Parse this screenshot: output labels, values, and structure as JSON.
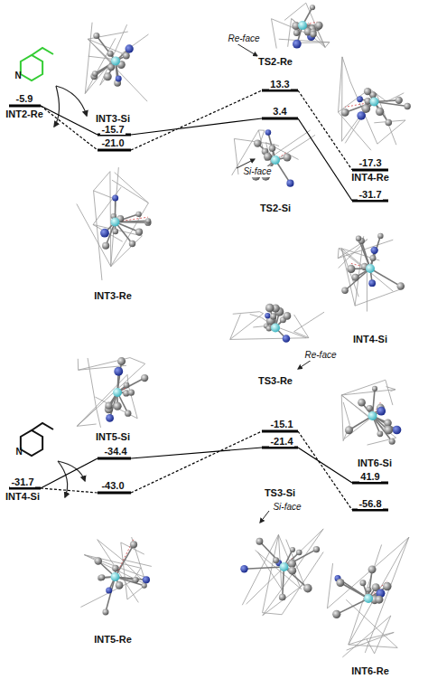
{
  "diagram": {
    "labels": [
      "Re-face",
      "TS2-Re",
      "13.3",
      "3.4",
      "-5.9",
      "INT3-Si",
      "-15.7",
      "-21.0",
      "-17.3",
      "INT4-Re",
      "-31.7",
      "Si-face",
      "TS2-Si",
      "INT3-Re",
      "INT4-Si",
      "N",
      "Re-face",
      "TS3-Re",
      "-15.1",
      "-21.4",
      "-31.7",
      "INT4-Si",
      "INT5-Si",
      "-34.4",
      "-43.0",
      "INT6-Si",
      "41.9",
      "TS3-Si",
      "Si-face",
      "-56.8",
      "INT5-Re",
      "INT6-Re",
      "N",
      "INT2-Re"
    ]
  }
}
